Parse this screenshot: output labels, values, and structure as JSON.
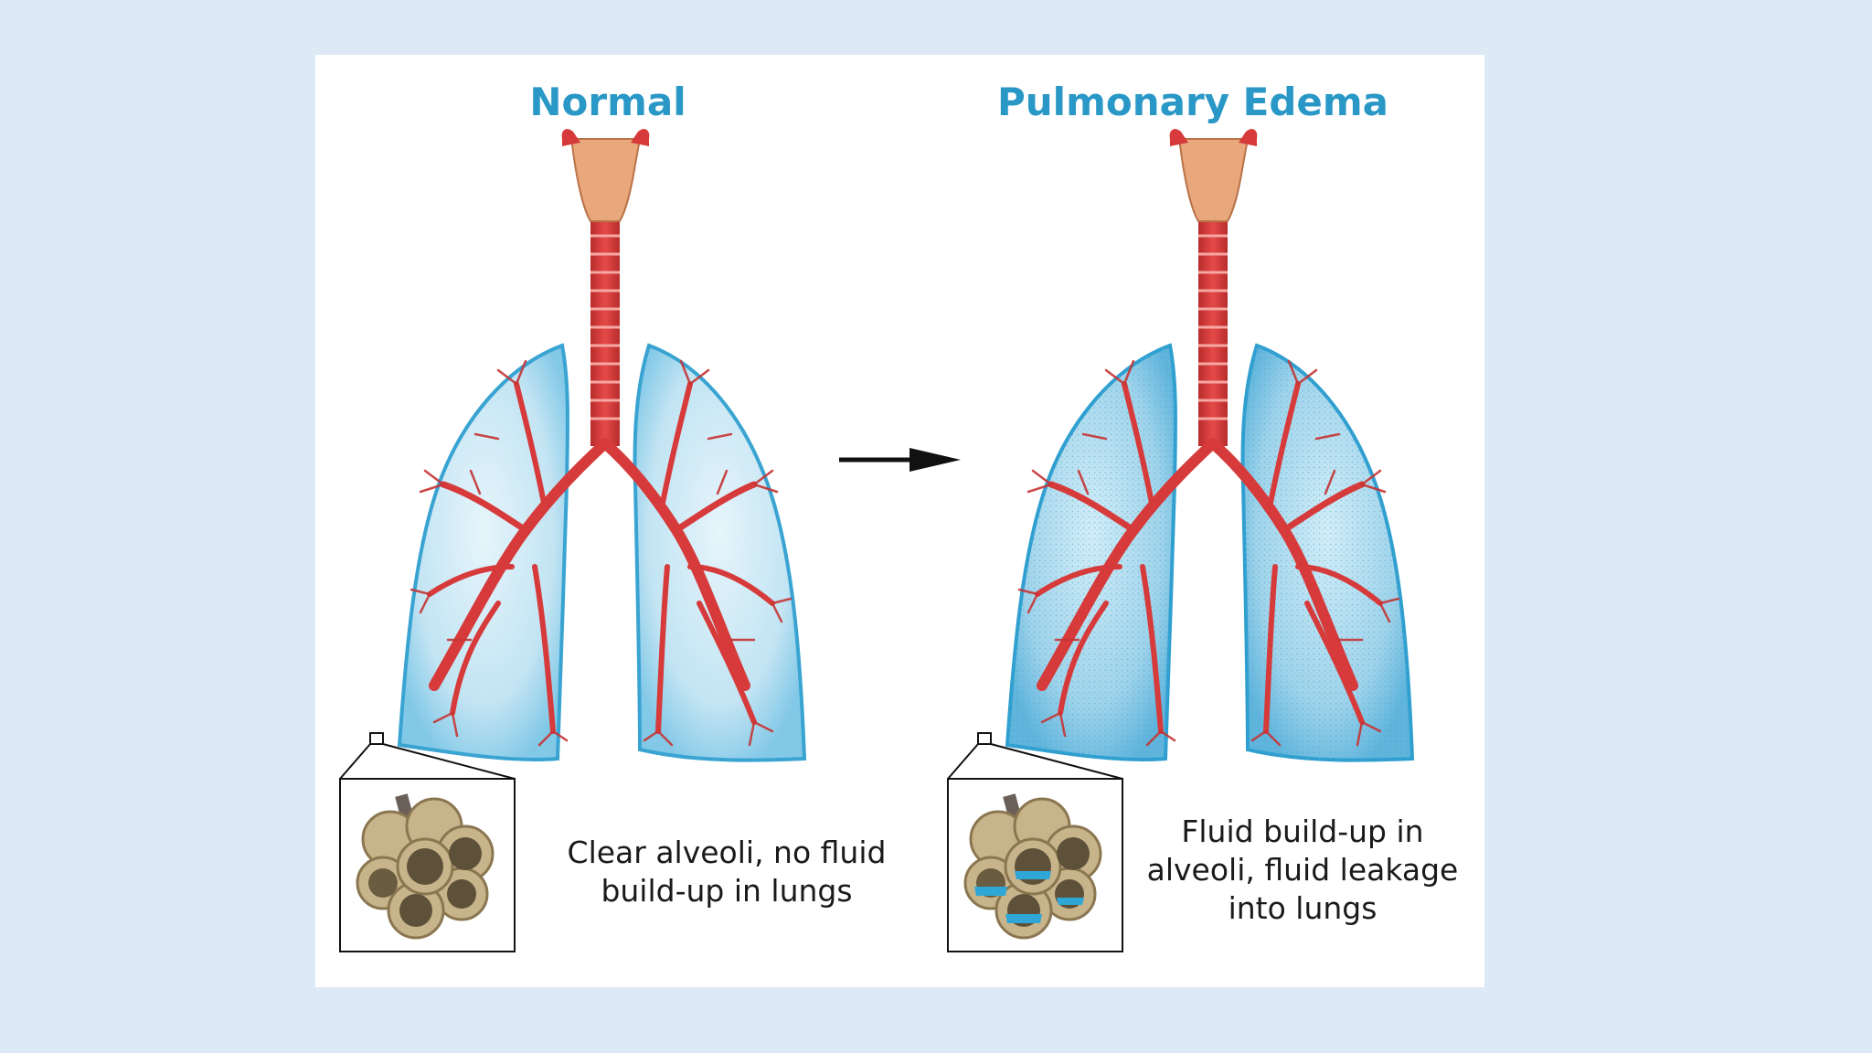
{
  "panels": {
    "normal": {
      "title": "Normal",
      "caption_lines": [
        "Clear alveoli, no fluid",
        "build-up in lungs"
      ]
    },
    "edema": {
      "title": "Pulmonary Edema",
      "caption_lines": [
        "Fluid build-up in",
        "alveoli, fluid leakage",
        "into lungs"
      ]
    }
  },
  "colors": {
    "background": "#dde9f5",
    "title": "#2a98c6",
    "lung_fill": "#bfe3f3",
    "lung_edge": "#2f9fd0",
    "airway": "#d63a3a",
    "larynx": "#e8a87c",
    "alveoli": "#c8b48a",
    "fluid": "#2fa7d6"
  },
  "icons": [
    "arrow-right-icon",
    "alveoli-cluster-icon",
    "lungs-icon"
  ]
}
